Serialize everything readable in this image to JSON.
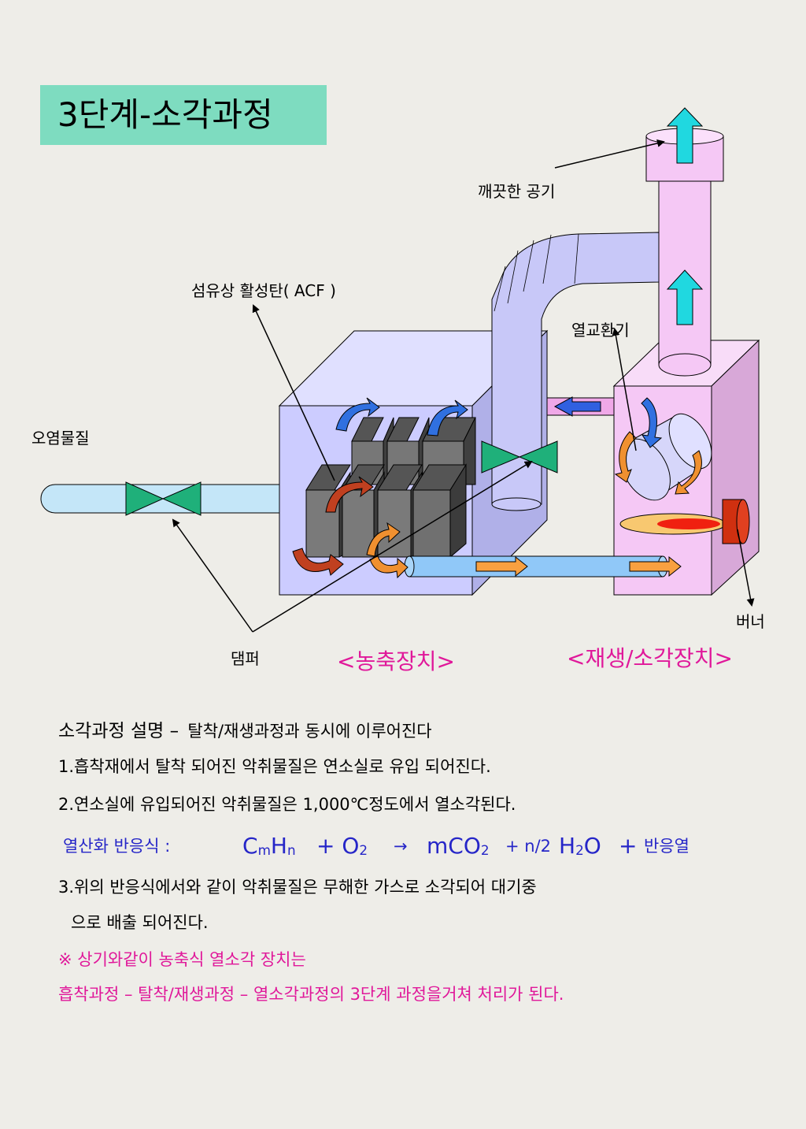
{
  "title": "3단계-소각과정",
  "labels": {
    "clean_air": "깨끗한 공기",
    "acf": "섬유상 활성탄( ACF )",
    "heat_exchanger": "열교환기",
    "pollutant": "오염물질",
    "burner": "버너",
    "damper": "댐퍼"
  },
  "units": {
    "concentrator": "<농축장치>",
    "regenerator": "<재생/소각장치>"
  },
  "description": {
    "heading": "소각과정  설명 –",
    "heading_rest": "탈착/재생과정과 동시에 이루어진다",
    "line1": "1.흡착재에서 탈착 되어진 악취물질은 연소실로 유입 되어진다.",
    "line2": "2.연소실에 유입되어진 악취물질은 1,000℃정도에서 열소각된다.",
    "line3": "3.위의 반응식에서와 같이 악취물질은 무해한 가스로 소각되어 대기중",
    "line3b": "으로 배출 되어진다.",
    "note1": "※ 상기와같이  농축식 열소각 장치는",
    "note2": "흡착과정 – 탈착/재생과정 – 열소각과정의 3단계 과정을거쳐 처리가 된다."
  },
  "formula": {
    "label": "열산화 반응식 :",
    "cm": "C",
    "m": "m",
    "h": "H",
    "n": "n",
    "plus1": "+ O",
    "o2_sub": "2",
    "arrow": "→",
    "mco": "mCO",
    "co2_sub": "2",
    "n2": "+ n/2",
    "h2": "H",
    "h2_sub": "2",
    "o": "O",
    "plus2": "+",
    "heat": "반응열"
  },
  "colors": {
    "title_bg": "#7edcc0",
    "concentrator_box": "#ccccff",
    "regenerator_box": "#f5c8f5",
    "duct": "#c8c8f8",
    "inlet_pipe": "#c4e6f8",
    "damper": "#1fb07a",
    "clean_air_arrow": "#20d8e0",
    "label_pink": "#e0189a",
    "formula_blue": "#2626c8"
  }
}
